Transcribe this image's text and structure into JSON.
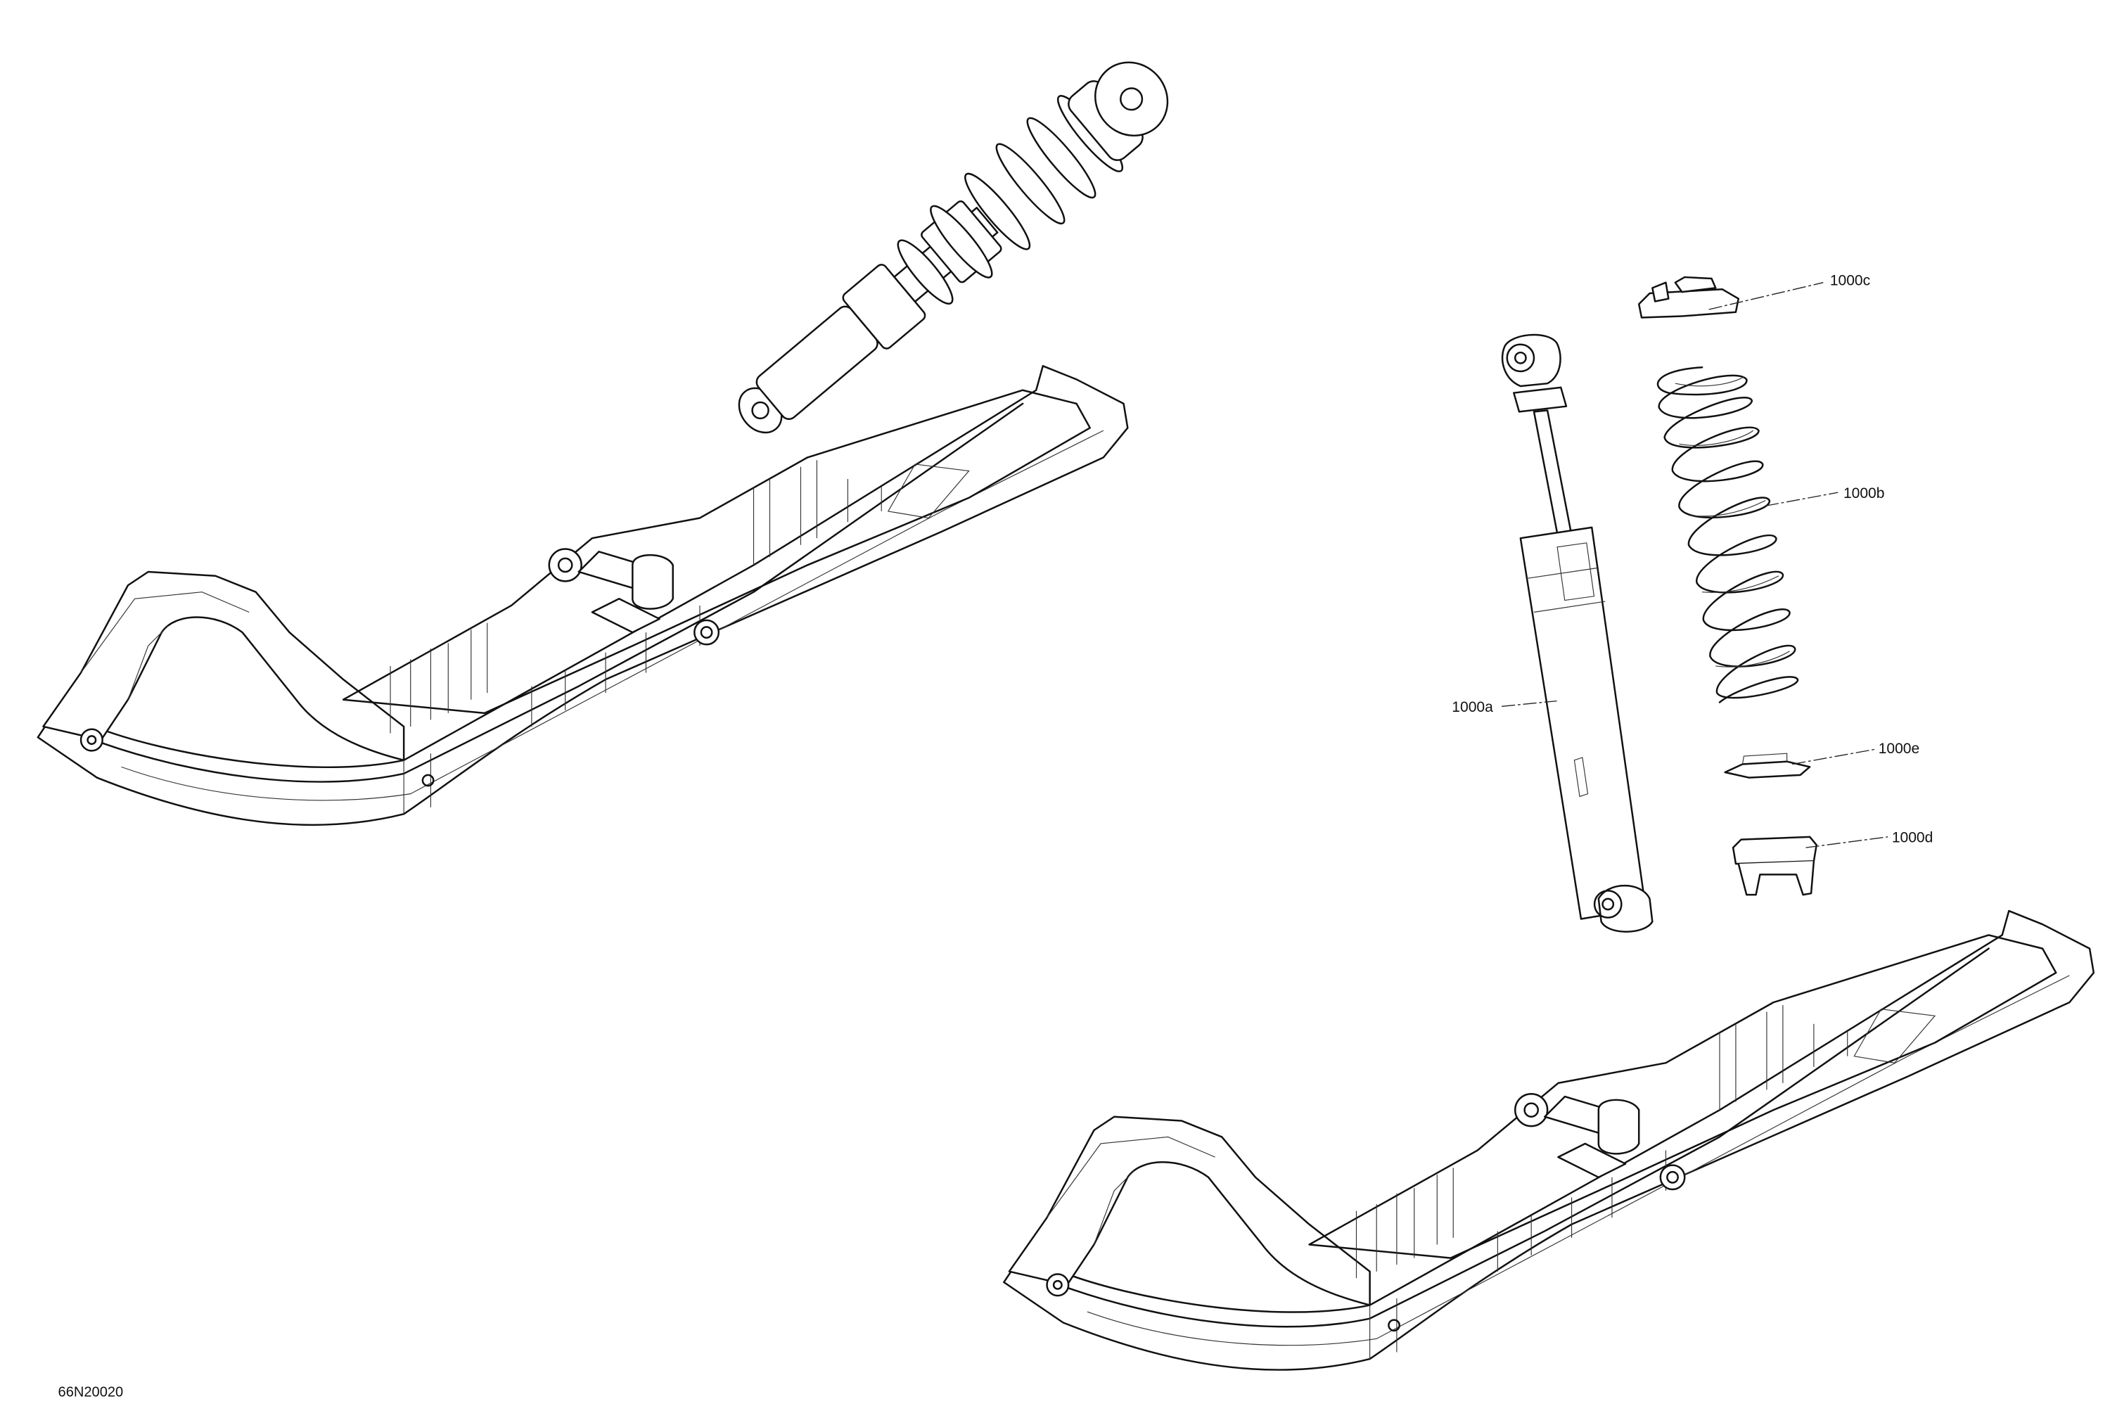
{
  "diagram": {
    "drawing_number": "66N20020",
    "callouts": [
      {
        "id": "1000a",
        "label": "1000a"
      },
      {
        "id": "1000b",
        "label": "1000b"
      },
      {
        "id": "1000c",
        "label": "1000c"
      },
      {
        "id": "1000d",
        "label": "1000d"
      },
      {
        "id": "1000e",
        "label": "1000e"
      }
    ]
  }
}
